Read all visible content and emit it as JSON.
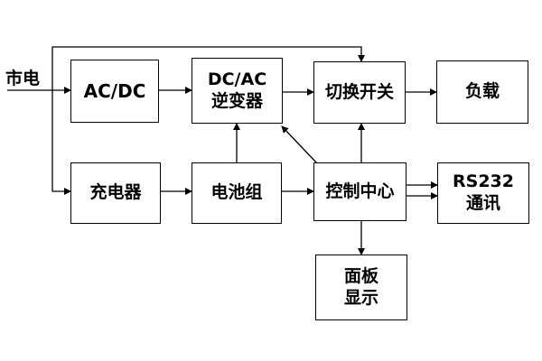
{
  "diagram": {
    "input_label": "市电",
    "nodes": {
      "acdc": {
        "lines": [
          "AC/DC"
        ]
      },
      "inverter": {
        "lines": [
          "DC/AC",
          "逆变器"
        ]
      },
      "switch": {
        "lines": [
          "切换开关"
        ]
      },
      "load": {
        "lines": [
          "负载"
        ]
      },
      "charger": {
        "lines": [
          "充电器"
        ]
      },
      "battery": {
        "lines": [
          "电池组"
        ]
      },
      "control": {
        "lines": [
          "控制中心"
        ]
      },
      "rs232": {
        "lines": [
          "RS232",
          "通讯"
        ]
      },
      "panel": {
        "lines": [
          "面板",
          "显示"
        ]
      }
    }
  }
}
